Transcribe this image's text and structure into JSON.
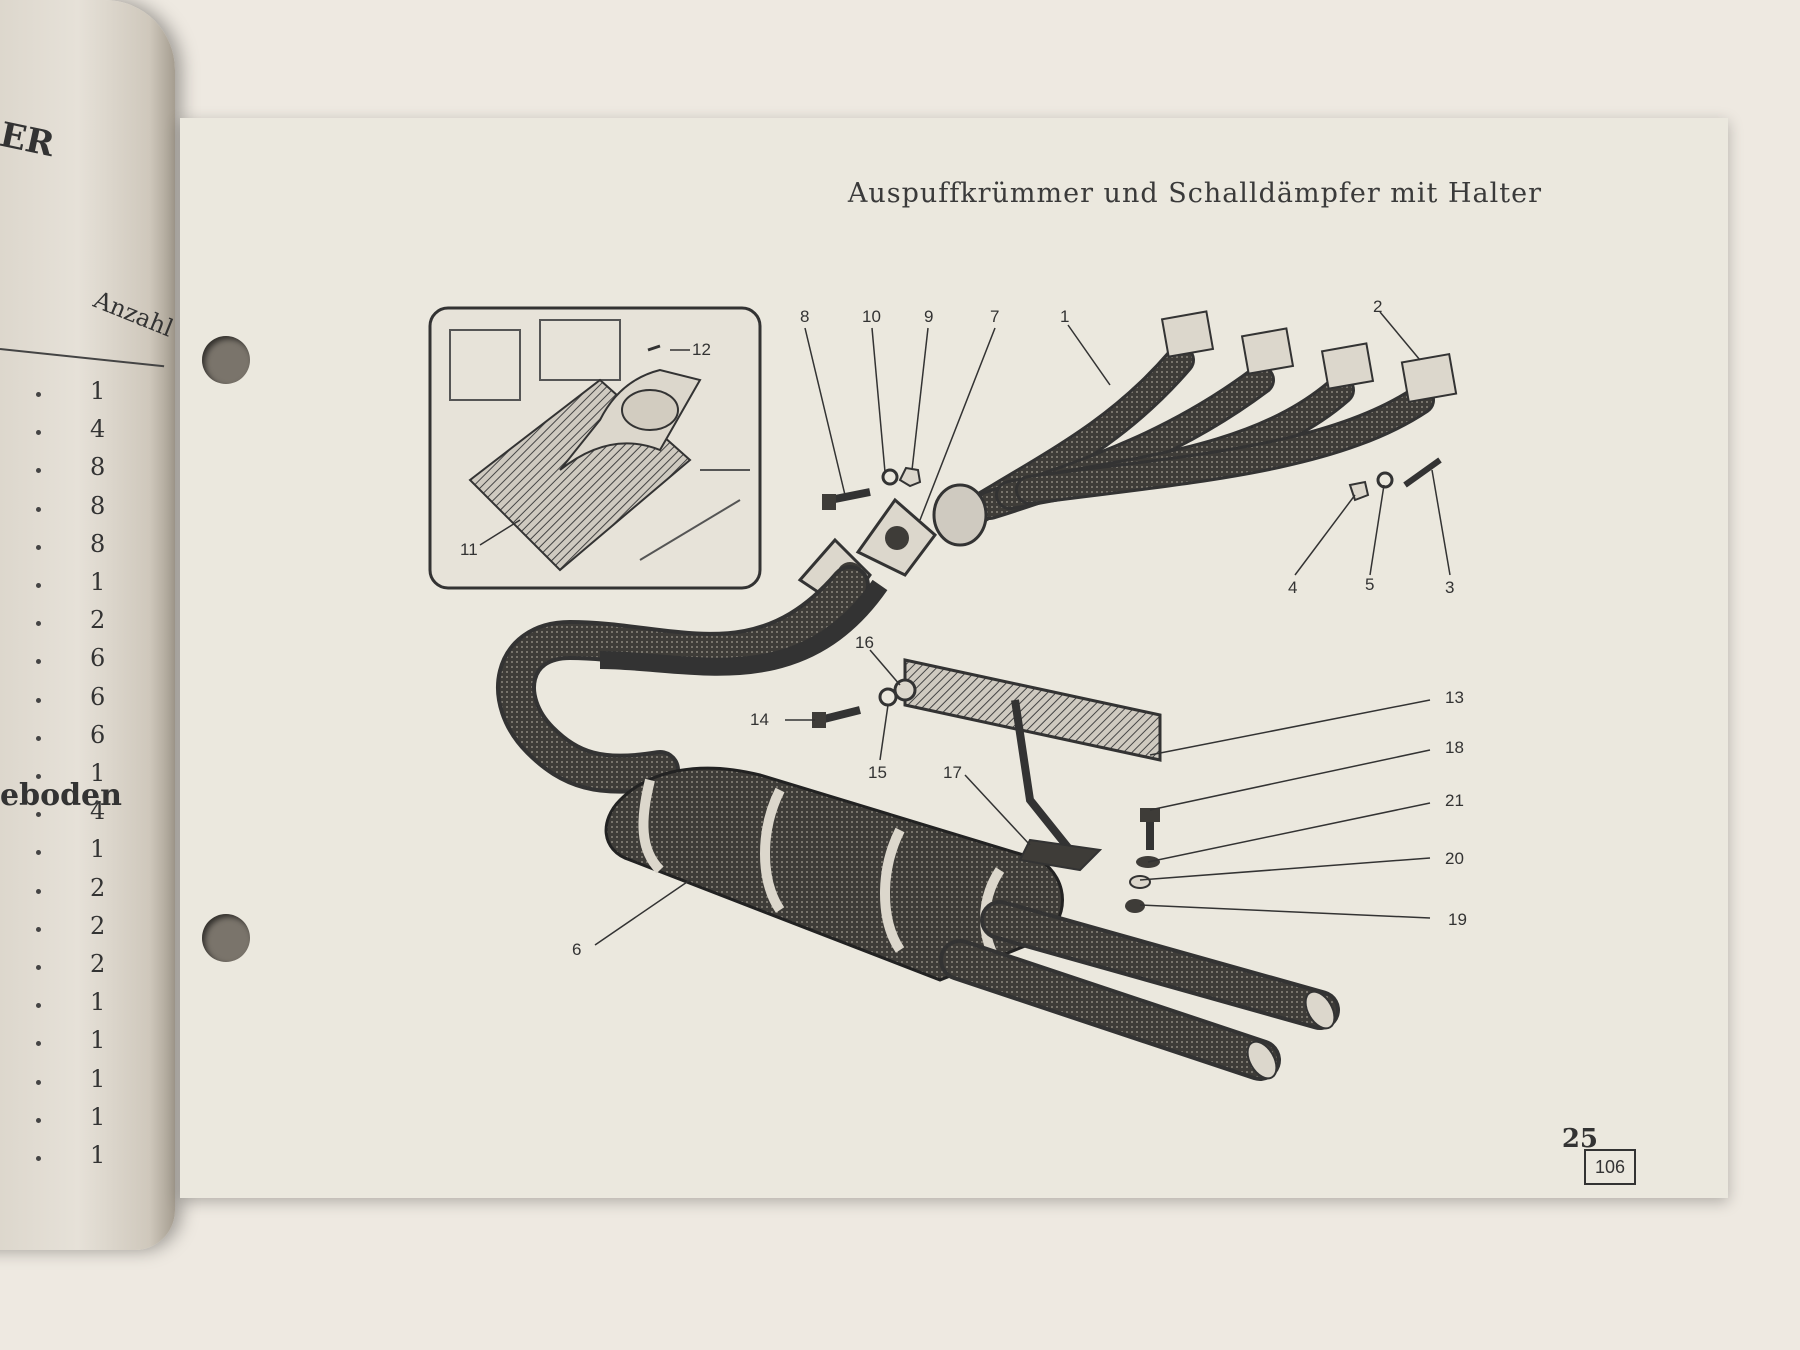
{
  "left_page": {
    "header_fragment": "ER",
    "column_title": "Anzahl",
    "quantities": [
      "1",
      "4",
      "8",
      "8",
      "8",
      "1",
      "2",
      "6",
      "6",
      "6",
      "1",
      "4",
      "1",
      "2",
      "2",
      "2",
      "1",
      "1",
      "1",
      "1",
      "1"
    ],
    "row_fragment": "eboden"
  },
  "main_page": {
    "title": "Auspuffkrümmer und Schalldämpfer mit Halter",
    "page_number": "25",
    "figure_number": "106"
  },
  "diagram": {
    "part_labels": [
      "1",
      "2",
      "3",
      "4",
      "5",
      "6",
      "7",
      "8",
      "9",
      "10",
      "11",
      "12",
      "13",
      "14",
      "15",
      "16",
      "17",
      "18",
      "19",
      "20",
      "21"
    ]
  }
}
